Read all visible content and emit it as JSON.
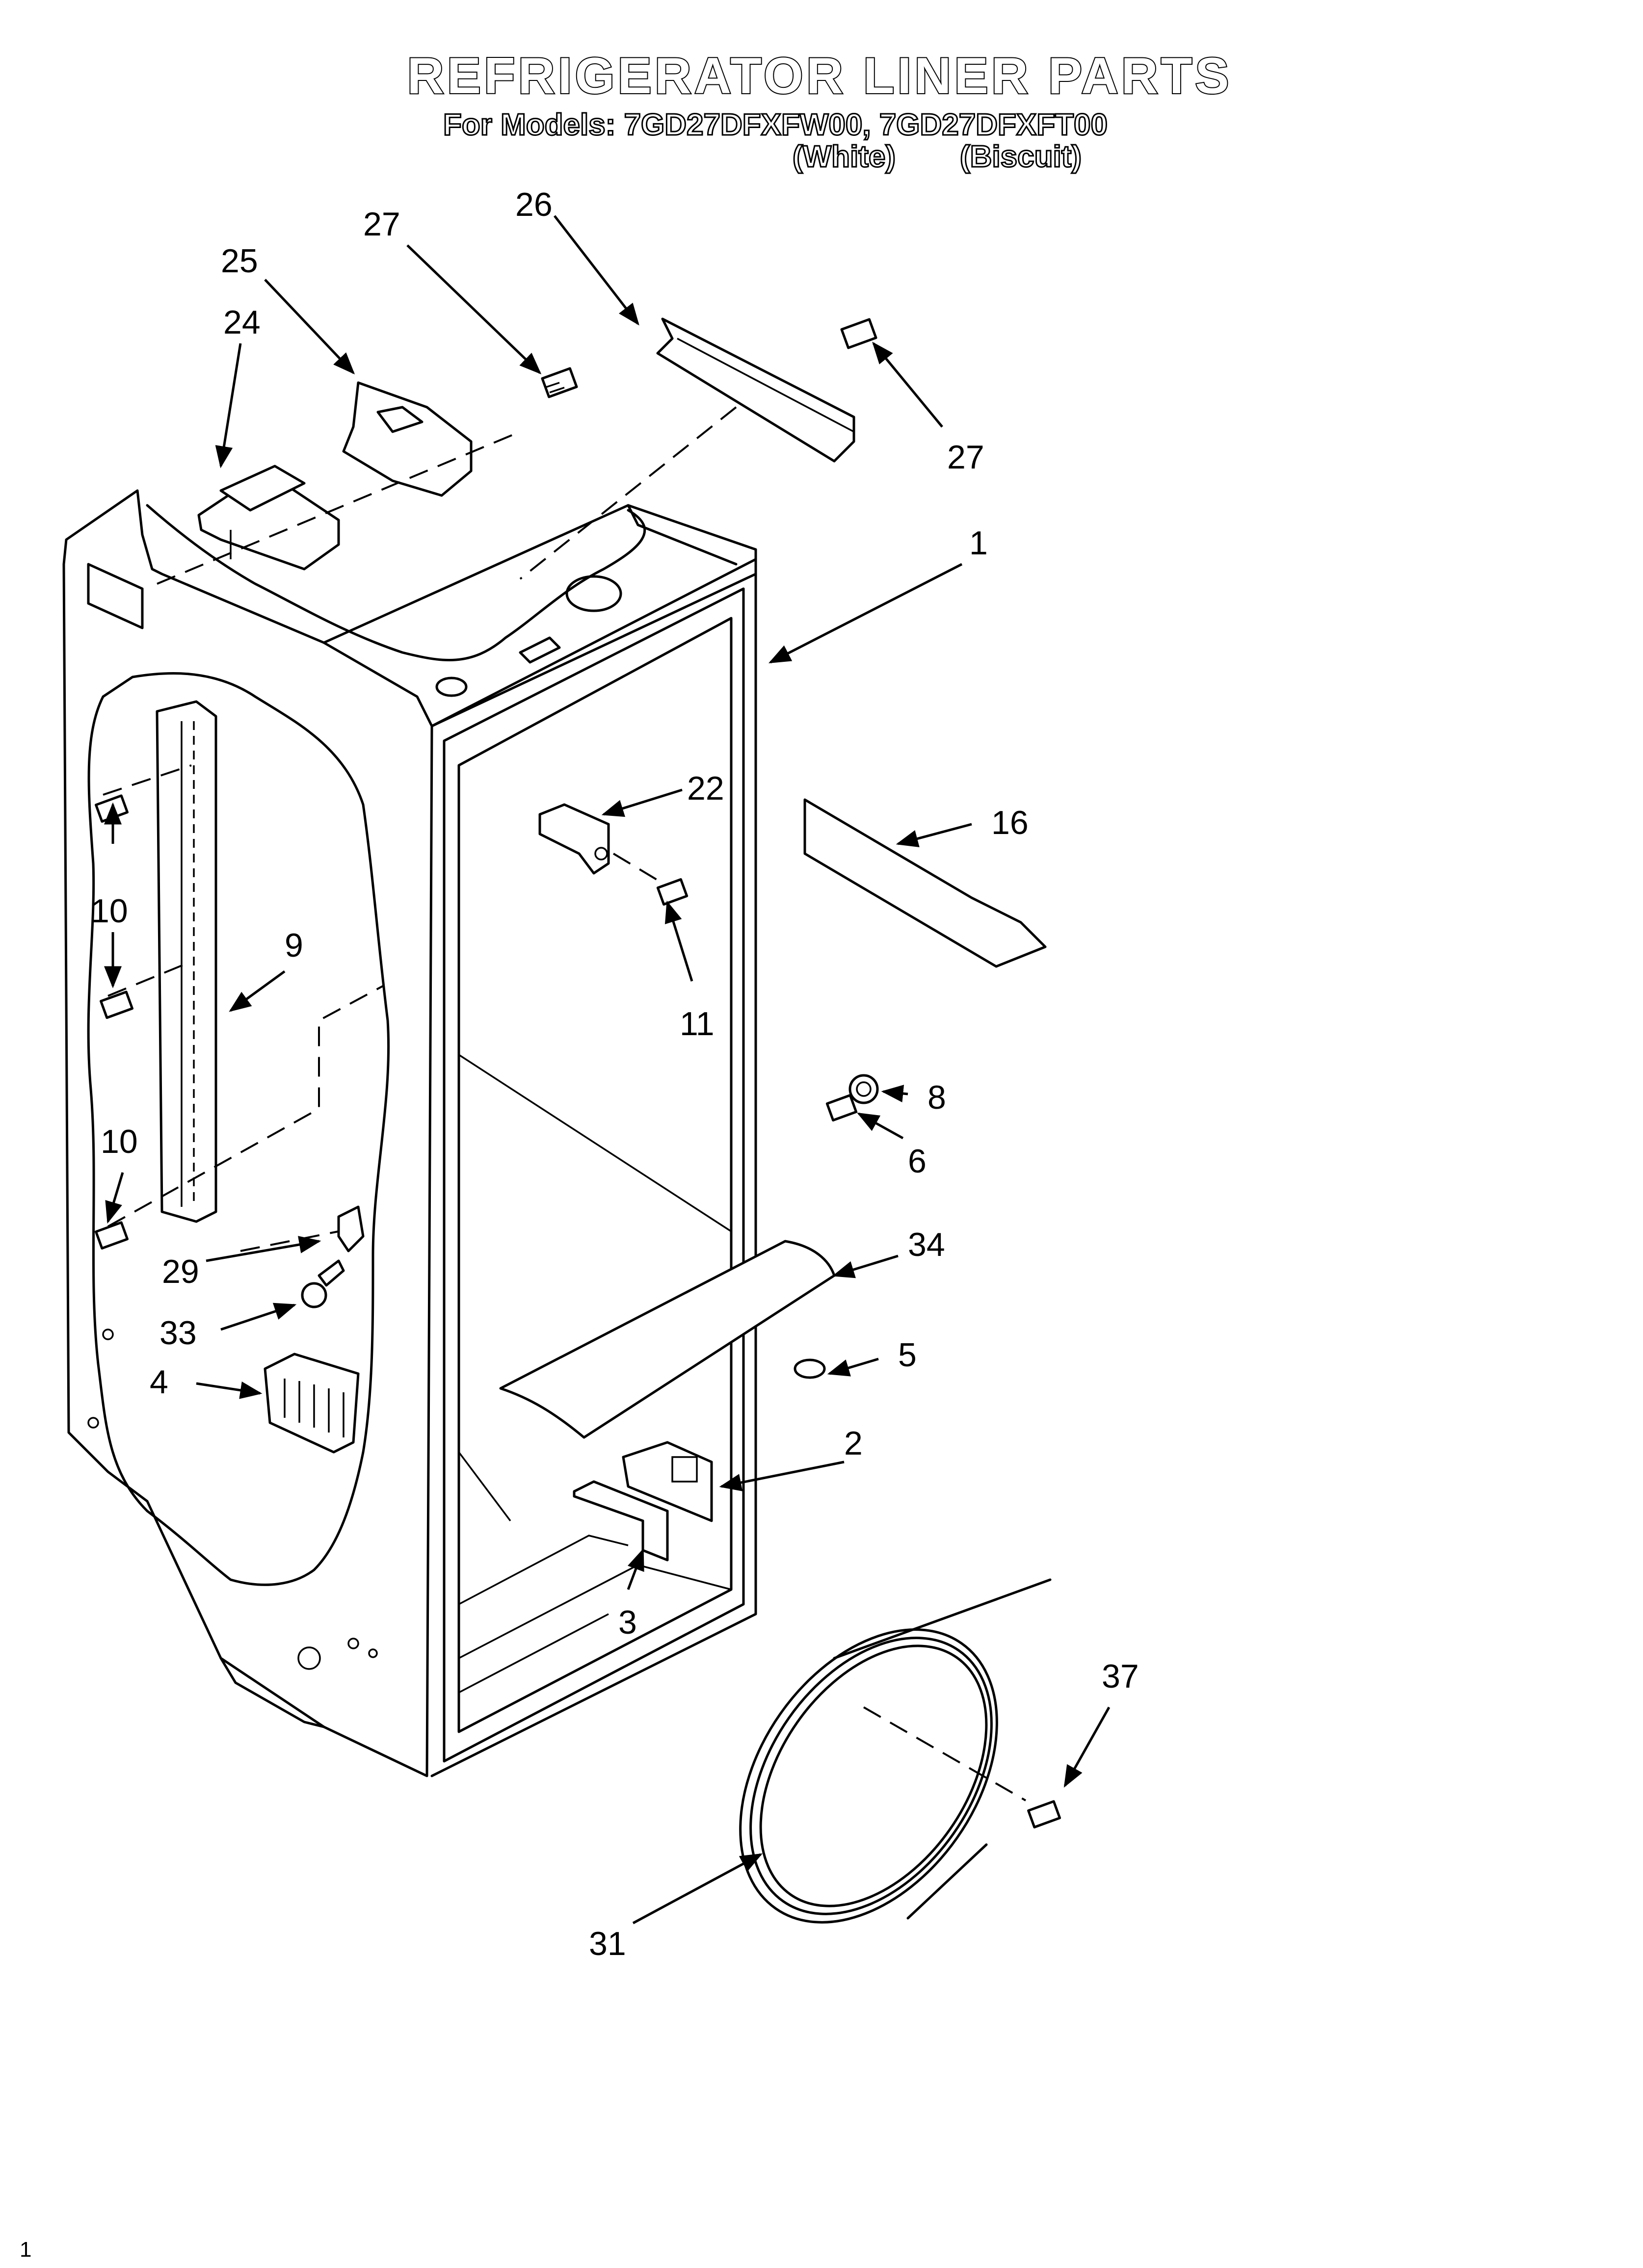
{
  "header": {
    "title": "REFRIGERATOR LINER PARTS",
    "models_line": "For Models: 7GD27DFXFW00, 7GD27DFXFT00",
    "color_white": "(White)",
    "color_biscuit": "(Biscuit)"
  },
  "callouts": {
    "c1": "1",
    "c2": "2",
    "c3": "3",
    "c4": "4",
    "c5": "5",
    "c6": "6",
    "c8": "8",
    "c9": "9",
    "c10a": "10",
    "c10b": "10",
    "c11": "11",
    "c16": "16",
    "c22": "22",
    "c24": "24",
    "c25": "25",
    "c26": "26",
    "c27a": "27",
    "c27b": "27",
    "c29": "29",
    "c31": "31",
    "c33": "33",
    "c34": "34",
    "c37": "37"
  },
  "footer": {
    "page_number": "1"
  }
}
